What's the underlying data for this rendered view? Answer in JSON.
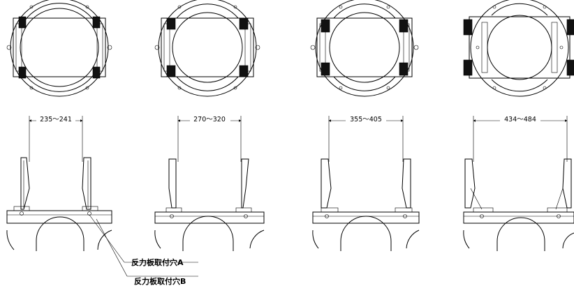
{
  "drawing": {
    "views": [
      {
        "id": "1",
        "width_range": "235～241"
      },
      {
        "id": "2",
        "width_range": "270～320"
      },
      {
        "id": "3",
        "width_range": "355～405"
      },
      {
        "id": "4",
        "width_range": "434～484"
      }
    ],
    "callouts": [
      {
        "label": "反力板取付穴A"
      },
      {
        "label": "反力板取付穴B"
      }
    ]
  },
  "colors": {
    "line": "#000000",
    "background": "#ffffff"
  }
}
